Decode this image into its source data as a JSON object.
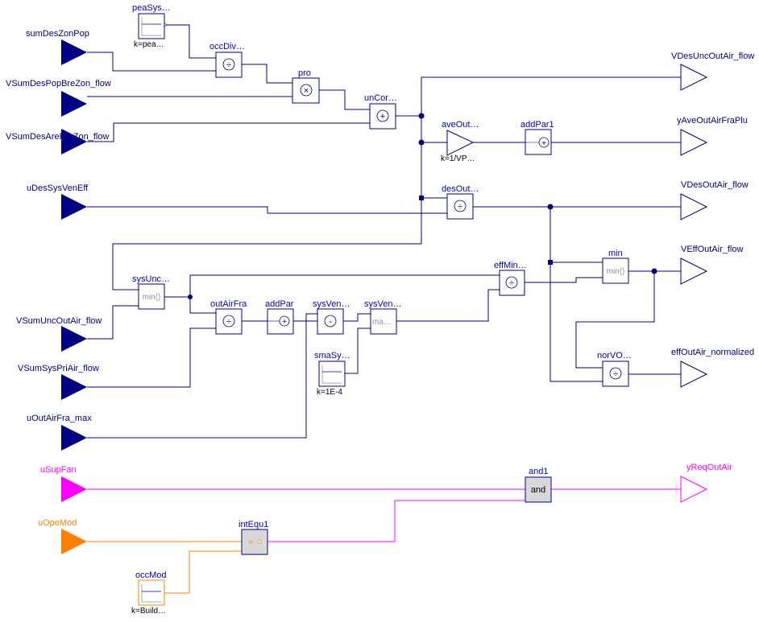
{
  "colors": {
    "real": "#000080",
    "boolean": "#ff00ff",
    "integer": "#ff8000",
    "block_text": "#0000c8",
    "param_text": "#000000",
    "inner_gray": "#909090"
  },
  "inputs": {
    "sumDesZonPop": "sumDesZonPop",
    "VSumDesPopBreZon_flow": "VSumDesPopBreZon_flow",
    "VSumDesAreBreZon_flow": "VSumDesAreBreZon_flow",
    "uDesSysVenEff": "uDesSysVenEff",
    "VSumUncOutAir_flow": "VSumUncOutAir_flow",
    "VSumSysPriAir_flow": "VSumSysPriAir_flow",
    "uOutAirFra_max": "uOutAirFra_max",
    "uSupFan": "uSupFan",
    "uOpeMod": "uOpeMod"
  },
  "outputs": {
    "VDesUncOutAir_flow": "VDesUncOutAir_flow",
    "yAveOutAirFraPlu": "yAveOutAirFraPlu",
    "VDesOutAir_flow": "VDesOutAir_flow",
    "VEffOutAir_flow": "VEffOutAir_flow",
    "effOutAir_normalized": "effOutAir_normalized",
    "yReqOutAir": "yReqOutAir"
  },
  "blocks": {
    "peaSysPop": {
      "name": "peaSys…",
      "param": "k=pea…"
    },
    "occDiv": {
      "name": "occDiv…",
      "symbol": "÷"
    },
    "pro": {
      "name": "pro",
      "symbol": "×"
    },
    "unCorOutAir": {
      "name": "unCor…",
      "symbol": "+"
    },
    "aveOutAirFra": {
      "name": "aveOut…",
      "param": "k=1/VP…"
    },
    "addPar1": {
      "name": "addPar1",
      "symbol": "+"
    },
    "desOutAir": {
      "name": "desOut…",
      "symbol": "÷"
    },
    "sysUncOutAir": {
      "name": "sysUnc…",
      "inner": "min()"
    },
    "outAirFra": {
      "name": "outAirFra",
      "symbol": "÷"
    },
    "addPar": {
      "name": "addPar",
      "symbol": "+"
    },
    "sysVenEff": {
      "name": "sysVen…",
      "symbol": "-"
    },
    "sysVenEff1": {
      "name": "sysVen…",
      "inner": "ma…"
    },
    "smaSysVenEff": {
      "name": "smaSy…",
      "param": "k=1E-4"
    },
    "effMinOutAirInt": {
      "name": "effMin…",
      "symbol": "÷"
    },
    "min": {
      "name": "min",
      "inner": "min()"
    },
    "norVOutMin": {
      "name": "norVO…",
      "symbol": "÷"
    },
    "and1": {
      "name": "and1",
      "inner": "and"
    },
    "intEqu1": {
      "name": "intEqu1",
      "inner": "="
    },
    "occMod": {
      "name": "occMod",
      "param": "k=Build…"
    }
  }
}
